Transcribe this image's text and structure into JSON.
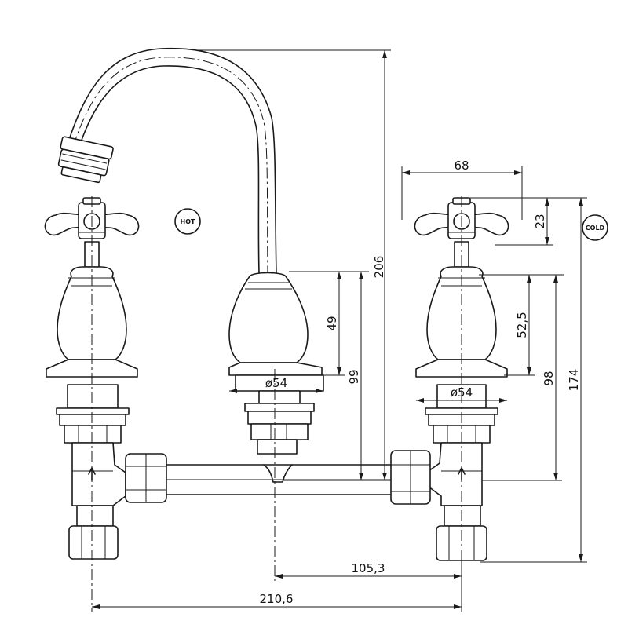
{
  "drawing": {
    "dimensions": {
      "spout_height": "206",
      "handle_span": "68",
      "handle_height": "23",
      "body_height_hot": "49",
      "body_to_bridge_hot": "99",
      "flange_diameter_center": "ø54",
      "flange_diameter_right": "ø54",
      "body_height_cold": "52,5",
      "body_to_bridge_cold": "98",
      "total_height_cold": "174",
      "half_centres": "105,3",
      "centres": "210,6"
    },
    "labels": {
      "hot": "HOT",
      "cold": "COLD"
    }
  }
}
